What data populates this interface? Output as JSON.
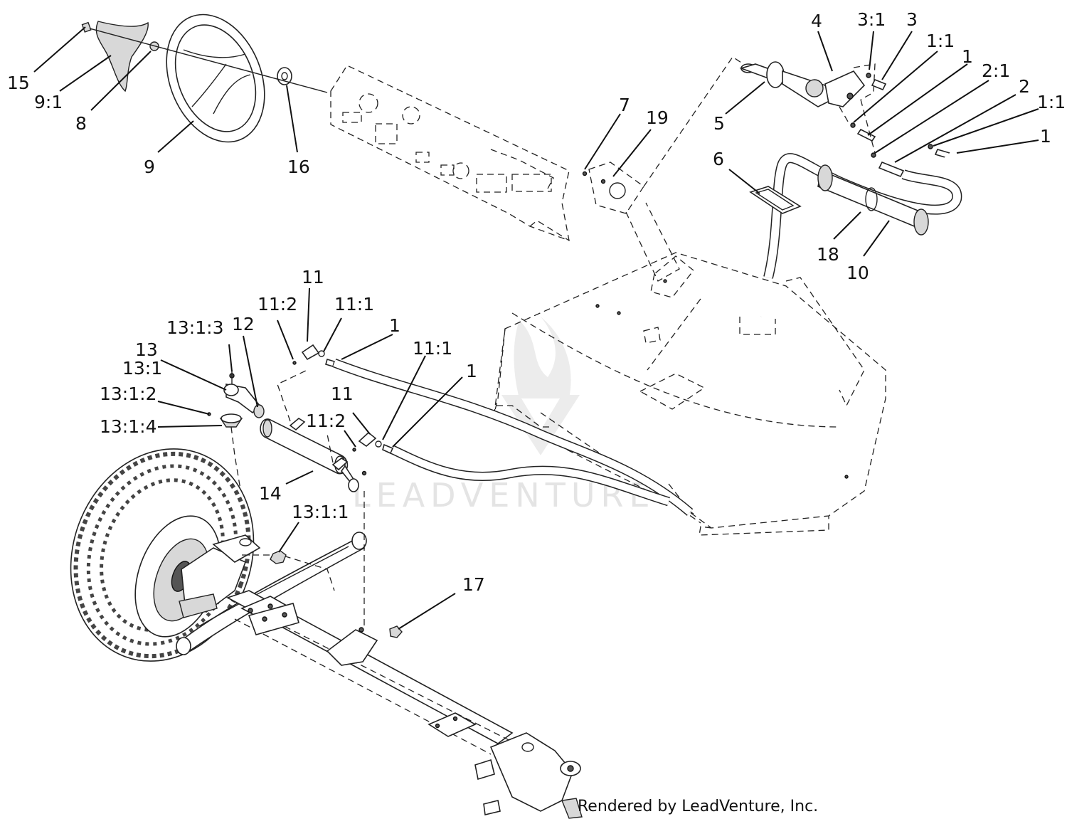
{
  "callouts": [
    {
      "id": "c15",
      "text": "15"
    },
    {
      "id": "c9_1",
      "text": "9:1"
    },
    {
      "id": "c8",
      "text": "8"
    },
    {
      "id": "c9",
      "text": "9"
    },
    {
      "id": "c16",
      "text": "16"
    },
    {
      "id": "c7",
      "text": "7"
    },
    {
      "id": "c19",
      "text": "19"
    },
    {
      "id": "c4",
      "text": "4"
    },
    {
      "id": "c3_1",
      "text": "3:1"
    },
    {
      "id": "c3",
      "text": "3"
    },
    {
      "id": "c1_1a",
      "text": "1:1"
    },
    {
      "id": "c1a",
      "text": "1"
    },
    {
      "id": "c2_1",
      "text": "2:1"
    },
    {
      "id": "c2",
      "text": "2"
    },
    {
      "id": "c1_1b",
      "text": "1:1"
    },
    {
      "id": "c1b",
      "text": "1"
    },
    {
      "id": "c5",
      "text": "5"
    },
    {
      "id": "c6",
      "text": "6"
    },
    {
      "id": "c18",
      "text": "18"
    },
    {
      "id": "c10",
      "text": "10"
    },
    {
      "id": "c11a",
      "text": "11"
    },
    {
      "id": "c11_2a",
      "text": "11:2"
    },
    {
      "id": "c11_1a",
      "text": "11:1"
    },
    {
      "id": "c1c",
      "text": "1"
    },
    {
      "id": "c13_1_3",
      "text": "13:1:3"
    },
    {
      "id": "c12",
      "text": "12"
    },
    {
      "id": "c13",
      "text": "13"
    },
    {
      "id": "c13_1",
      "text": "13:1"
    },
    {
      "id": "c13_1_2",
      "text": "13:1:2"
    },
    {
      "id": "c13_1_4",
      "text": "13:1:4"
    },
    {
      "id": "c11_1b",
      "text": "11:1"
    },
    {
      "id": "c1d",
      "text": "1"
    },
    {
      "id": "c11b",
      "text": "11"
    },
    {
      "id": "c11_2b",
      "text": "11:2"
    },
    {
      "id": "c14",
      "text": "14"
    },
    {
      "id": "c13_1_1",
      "text": "13:1:1"
    },
    {
      "id": "c17",
      "text": "17"
    }
  ],
  "watermark": "LEADVENTURE",
  "credit": "Rendered by LeadVenture, Inc."
}
